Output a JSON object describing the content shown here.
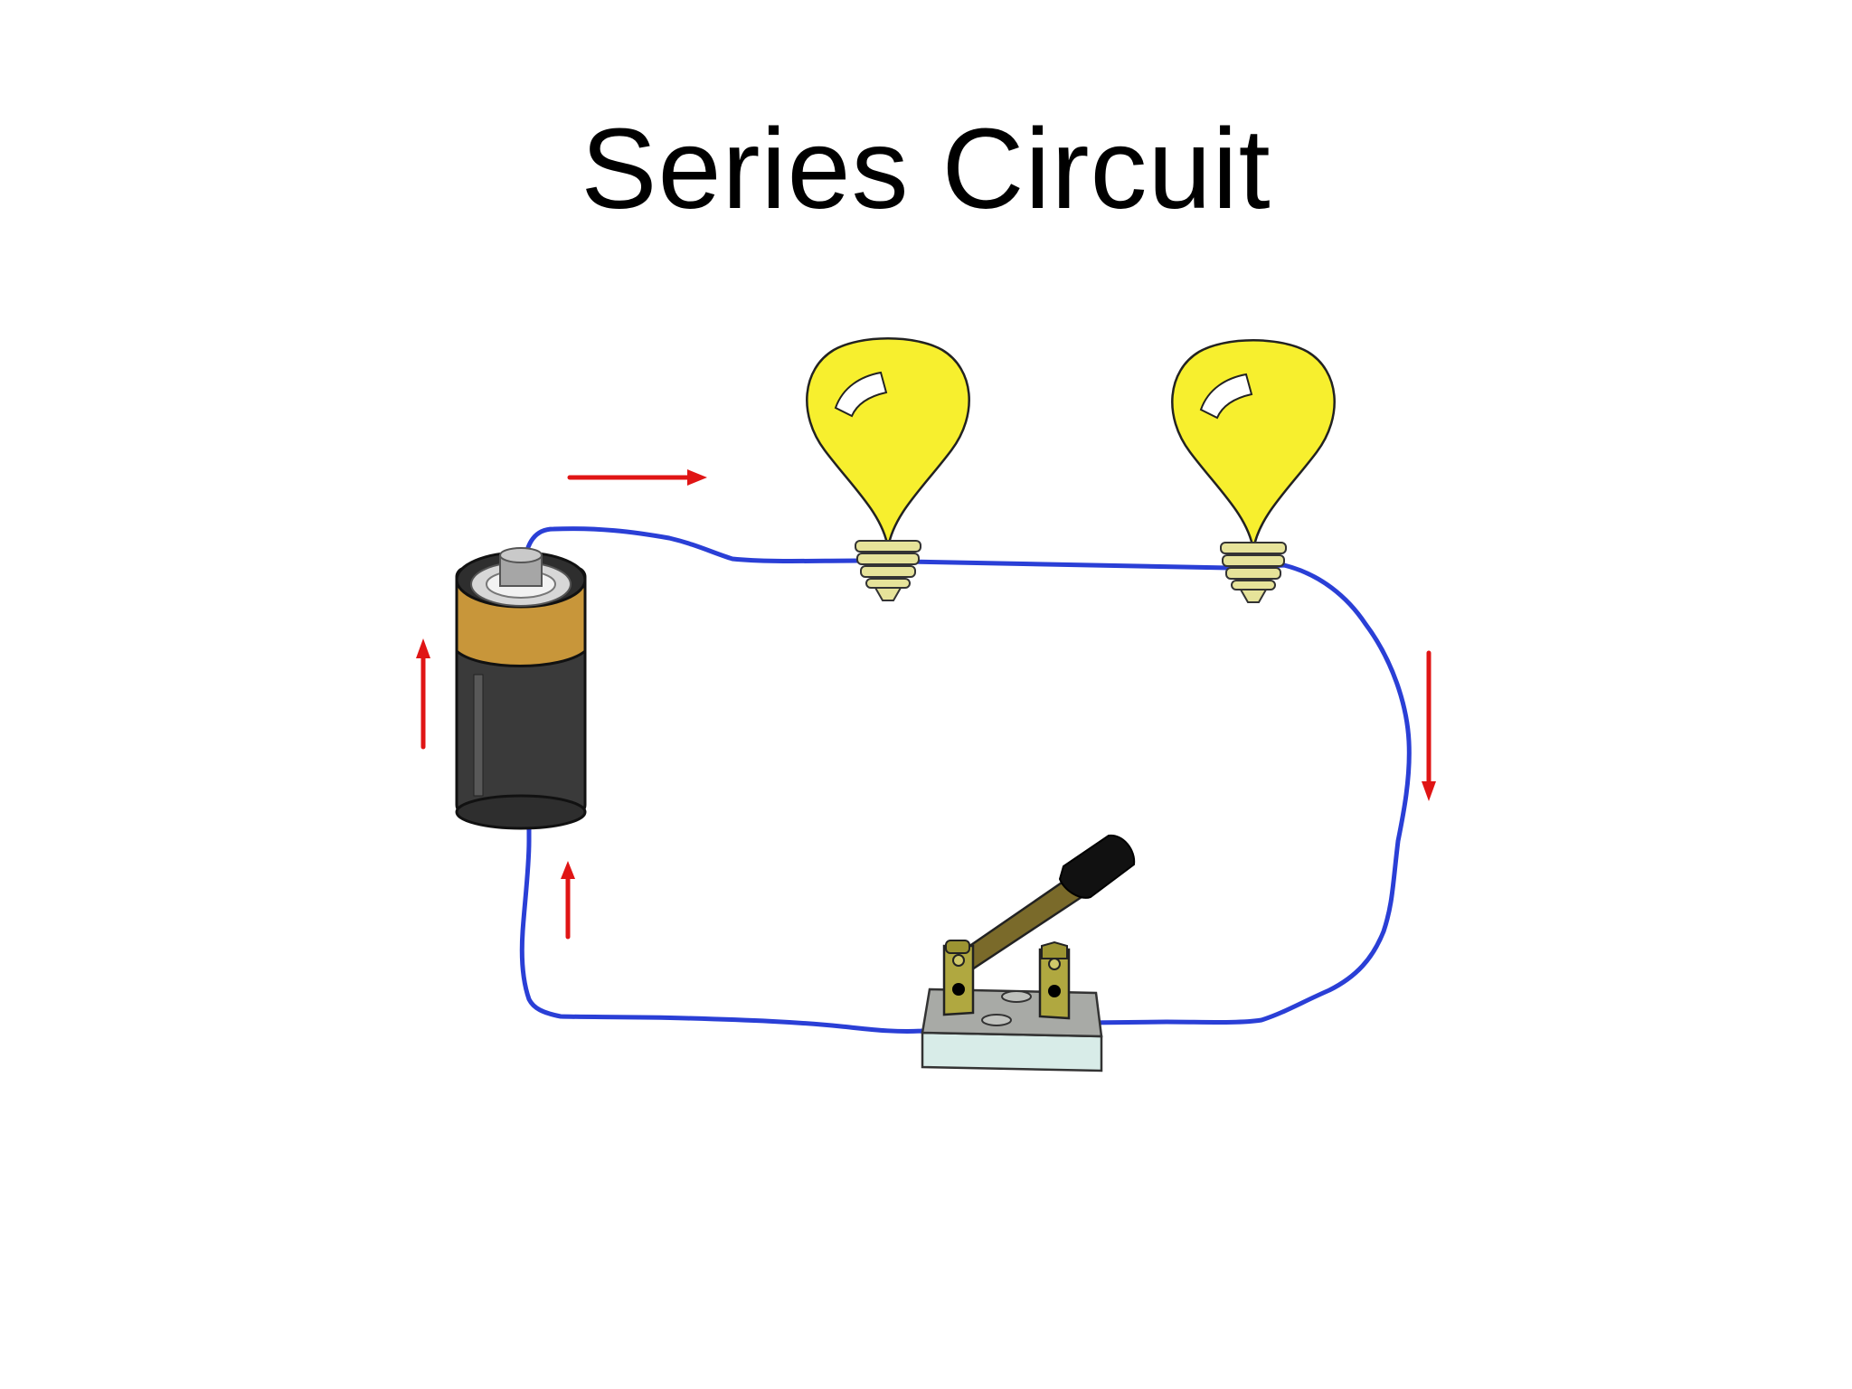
{
  "slide": {
    "title": "Series Circuit"
  },
  "colors": {
    "wire": "#2a3fd6",
    "arrow": "#e01515",
    "bulb_glass": "#f7ef2e",
    "bulb_base": "#e6e39a",
    "battery_body": "#3a3a3a",
    "battery_band": "#c8963a",
    "switch_base": "#d8ece8",
    "switch_plate": "#a8aaa6",
    "switch_lever": "#7a6a2a",
    "switch_handle": "#111111"
  },
  "components": [
    {
      "kind": "battery",
      "icon": "battery-icon"
    },
    {
      "kind": "bulb",
      "icon": "light-bulb-icon"
    },
    {
      "kind": "bulb",
      "icon": "light-bulb-icon"
    },
    {
      "kind": "switch",
      "icon": "knife-switch-icon"
    }
  ],
  "arrows": [
    {
      "direction": "right"
    },
    {
      "direction": "up"
    },
    {
      "direction": "up"
    },
    {
      "direction": "down"
    }
  ]
}
